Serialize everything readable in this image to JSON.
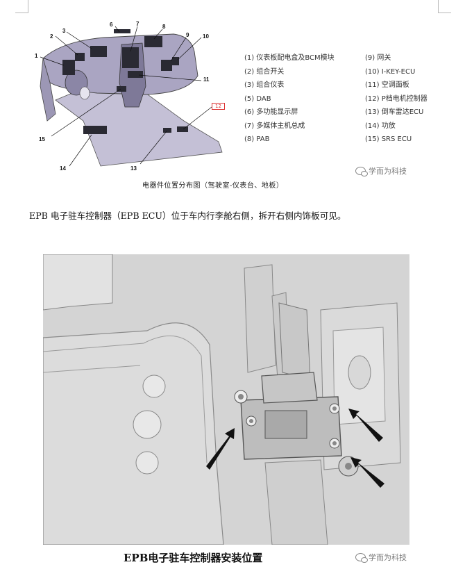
{
  "fig1": {
    "callouts": [
      "1",
      "2",
      "3",
      "6",
      "7",
      "8",
      "9",
      "10",
      "11",
      "12",
      "13",
      "14",
      "15"
    ],
    "caption": "电器件位置分布图（驾驶室-仪表台、地板）",
    "legend_left": [
      "(1)  仪表板配电盒及BCM模块",
      "(2)  组合开关",
      "(3)  组合仪表",
      "(5)  DAB",
      "(6)  多功能显示屏",
      "(7)  多媒体主机总成",
      "(8)  PAB"
    ],
    "legend_right": [
      "(9)  网关",
      "(10)  I-KEY-ECU",
      "(11)  空调面板",
      "(12)  P档电机控制器",
      "(13)  倒车雷达ECU",
      "(14)  功放",
      "(15)  SRS ECU"
    ]
  },
  "watermark": "学而为科技",
  "paragraph": "EPB 电子驻车控制器（EPB ECU）位于车内行李舱右侧，拆开右侧内饰板可见。",
  "fig2": {
    "caption": "EPB电子驻车控制器安装位置"
  },
  "colors": {
    "body_fill": "#b8b3cc",
    "body_stroke": "#555",
    "photo_bg": "#d6d6d6"
  }
}
